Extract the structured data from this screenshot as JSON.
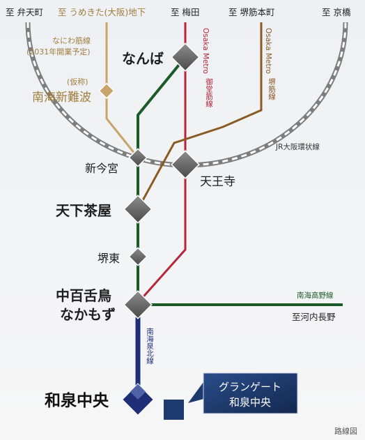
{
  "destinations": {
    "bentencho": "至 弁天町",
    "umekita": "至 うめきた(大阪)地下",
    "umeda": "至 梅田",
    "sakaisujihonmachi": "至 堺筋本町",
    "kyobashi": "至 京橋"
  },
  "lines": {
    "naniwasuji_note": "なにわ筋線",
    "naniwasuji_note2": "(2031年開業予定)",
    "midosuji_en": "Osaka Metro",
    "midosuji_jp": "御堂筋線",
    "sakaisuji_en": "Osaka Metro",
    "sakaisuji_jp": "堺筋線",
    "loop": "JR大阪環状線",
    "koya": "南海高野線",
    "koya_dest": "至河内長野",
    "senboku": "南海泉北線"
  },
  "stations": {
    "namba": "なんば",
    "shin_nanba_prefix": "(仮称)",
    "shin_nanba": "南海新難波",
    "shin_imamiya": "新今宮",
    "tennoji": "天王寺",
    "tengachaya": "天下茶屋",
    "sakaihigashi": "堺東",
    "nakamozu_1": "中百舌鳥",
    "nakamozu_2": "なかもず",
    "izumi_chuo": "和泉中央"
  },
  "callout": {
    "line1": "グランゲート",
    "line2": "和泉中央"
  },
  "caption": "路線図",
  "colors": {
    "midosuji": "#b5263a",
    "sakaisuji": "#8a5a24",
    "nankai_main": "#1c5a2a",
    "naniwasuji": "#c6a46a",
    "senboku": "#1e2f78",
    "loop": "#7d7d7d",
    "station": "#6a6a6a",
    "callout": "#1f3a6e"
  }
}
